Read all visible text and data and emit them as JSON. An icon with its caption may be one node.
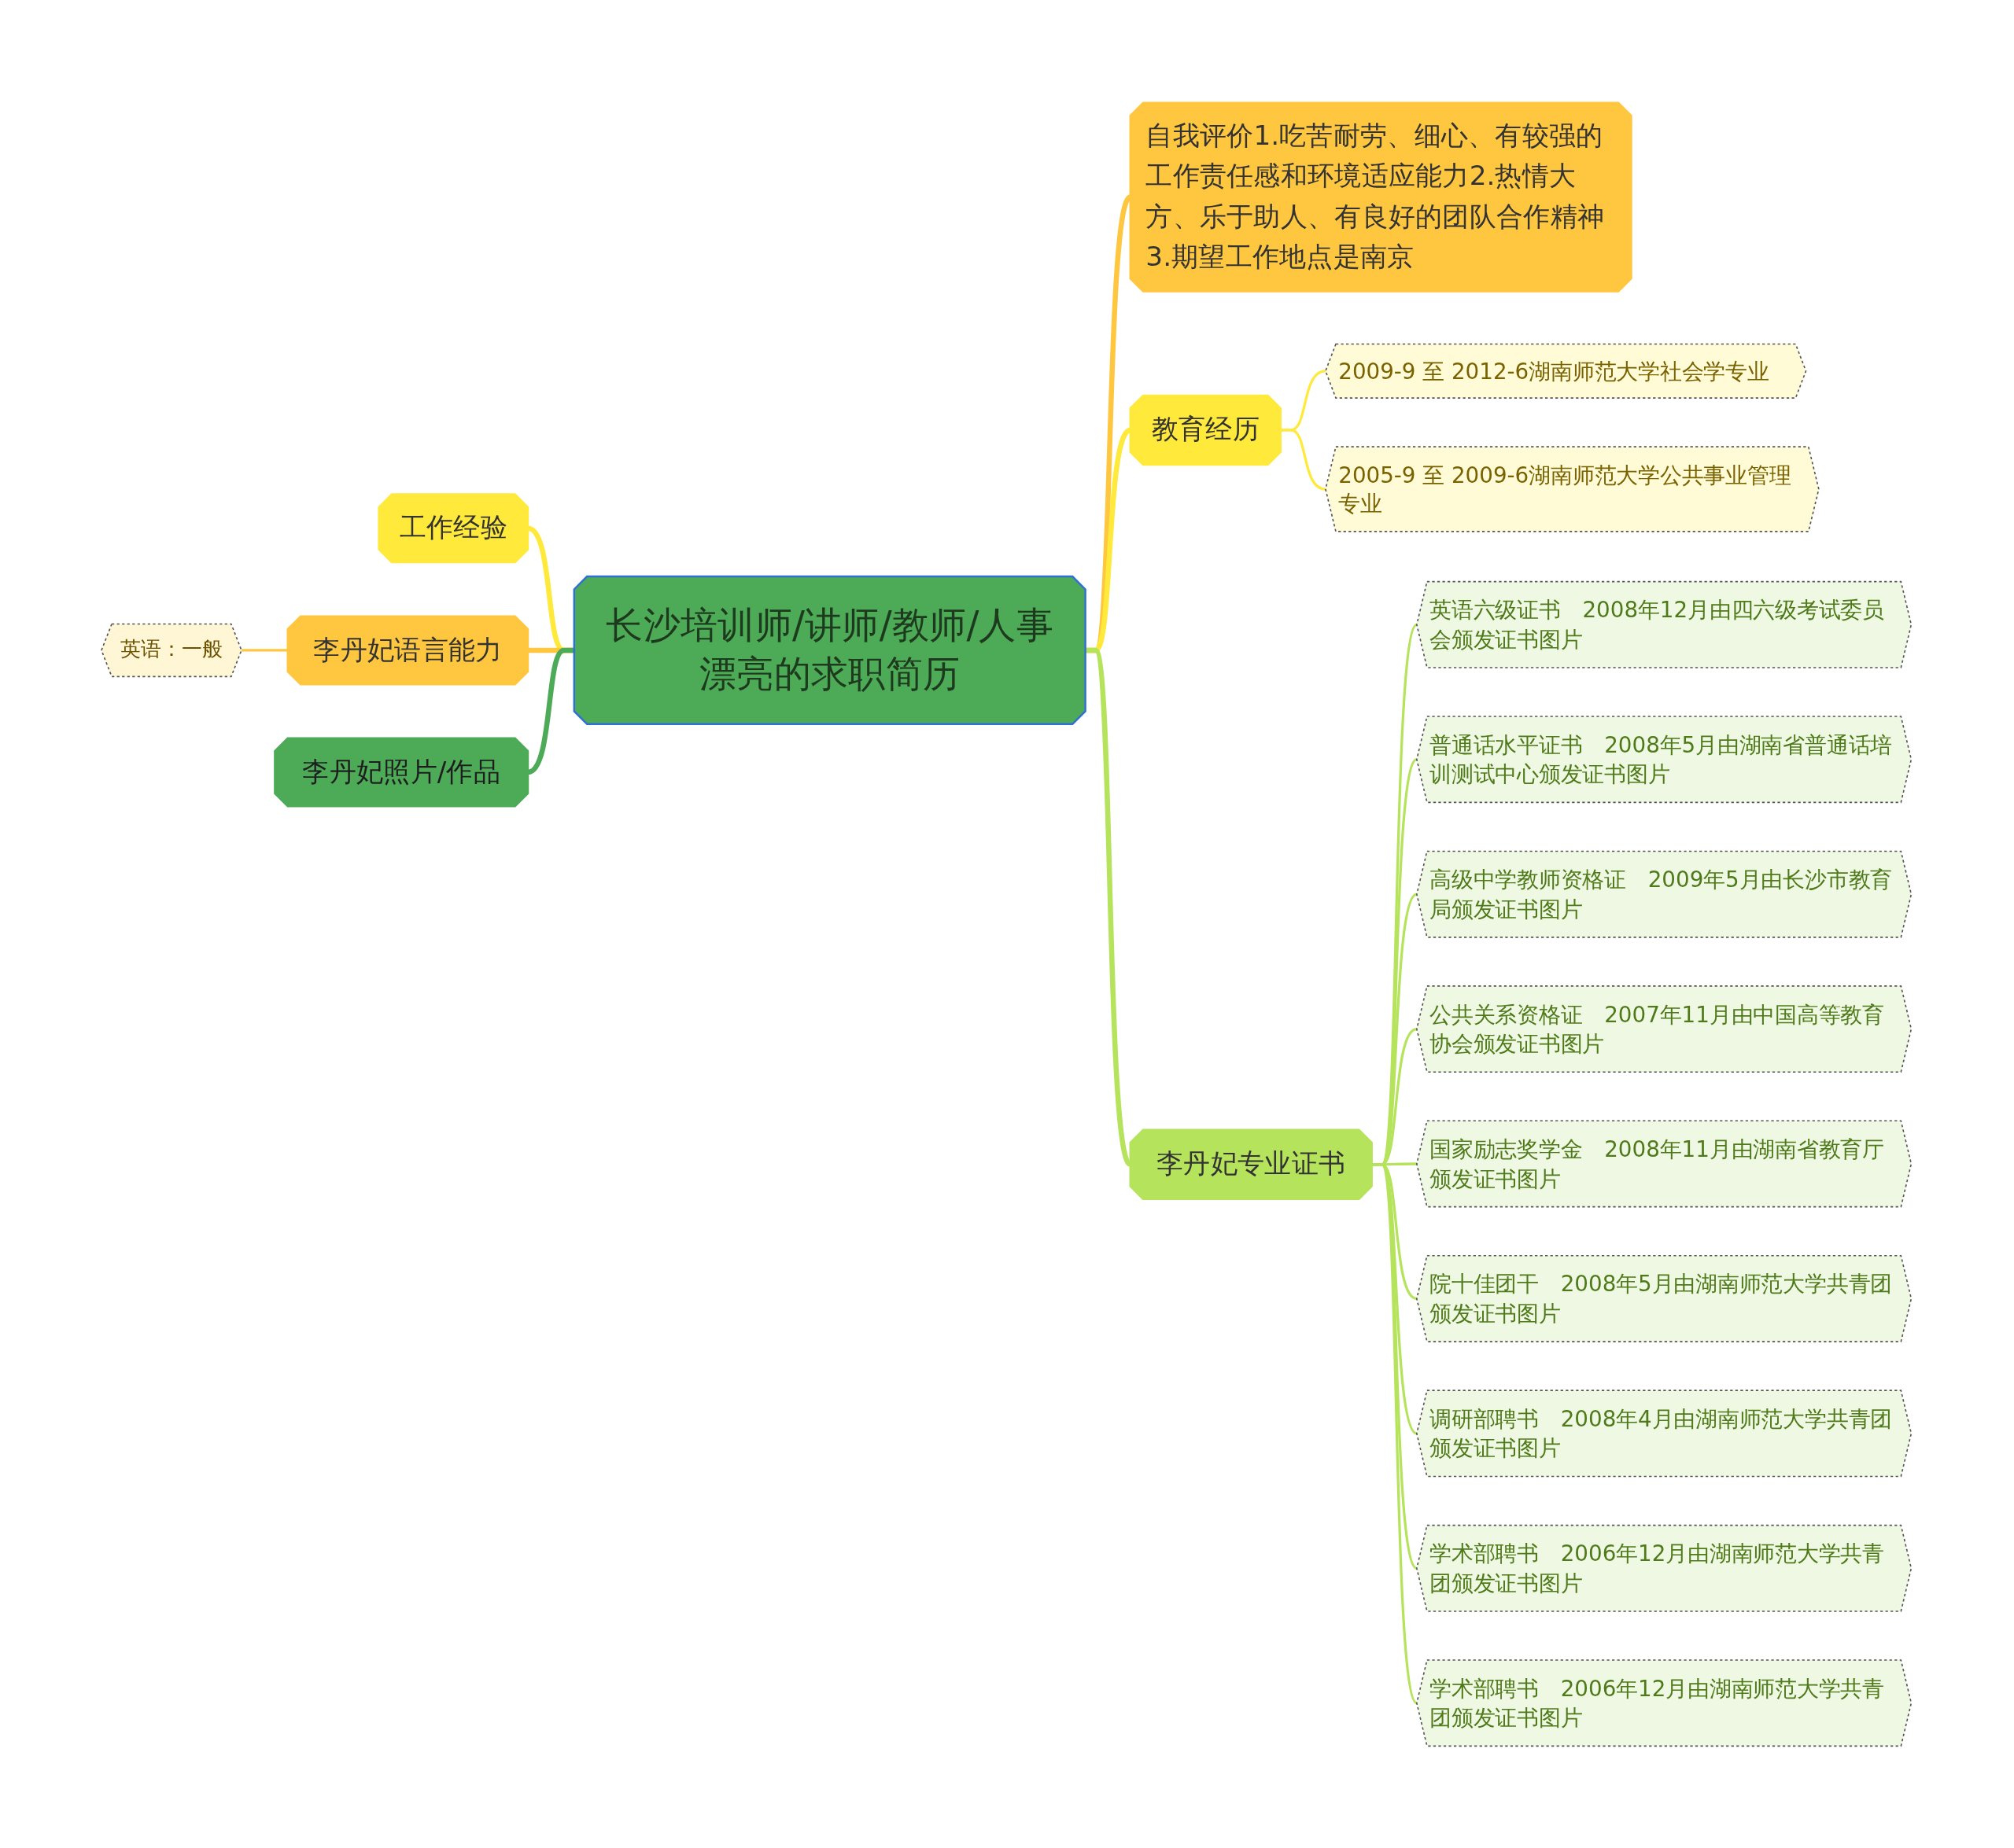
{
  "diagram": {
    "nodes": [
      {
        "text": [
          "长沙培训师/讲师/教师/人事漂亮的求职简历"
        ]
      },
      {
        "text": [
          "工作经验"
        ]
      },
      {
        "text": [
          "李丹妃语言能力"
        ]
      },
      {
        "text": [
          "英语：一般"
        ]
      },
      {
        "text": [
          "李丹妃照片/作品"
        ]
      },
      {
        "text": [
          "自我评价1.吃苦耐劳、细心、有较强的工作责任感和环境适应能力2.热情大方、乐于助人、有良好的团队合作精神3.期望工作地点是南京"
        ]
      },
      {
        "text": [
          "教育经历"
        ]
      },
      {
        "text": [
          "2009-9 至 2012-6湖南师范大学社会学专业"
        ]
      },
      {
        "text": [
          "2005-9 至 2009-6湖南师范大学公共事业管理专业"
        ]
      },
      {
        "text": [
          "李丹妃专业证书"
        ]
      },
      {
        "text": [
          "英语六级证书　2008年12月由四六级考试委员会颁发证书图片"
        ]
      },
      {
        "text": [
          "普通话水平证书　2008年5月由湖南省普通话培训测试中心颁发证书图片"
        ]
      },
      {
        "text": [
          "高级中学教师资格证　2009年5月由长沙市教育局颁发证书图片"
        ]
      },
      {
        "text": [
          "公共关系资格证　2007年11月由中国高等教育协会颁发证书图片"
        ]
      },
      {
        "text": [
          "国家励志奖学金　2008年11月由湖南省教育厅颁发证书图片"
        ]
      },
      {
        "text": [
          "院十佳团干　2008年5月由湖南师范大学共青团颁发证书图片"
        ]
      },
      {
        "text": [
          "调研部聘书　2008年4月由湖南师范大学共青团颁发证书图片"
        ]
      },
      {
        "text": [
          "学术部聘书　2006年12月由湖南师范大学共青团颁发证书图片"
        ]
      },
      {
        "text": [
          "学术部聘书　2006年12月由湖南师范大学共青团颁发证书图片"
        ]
      }
    ],
    "edges": [
      {
        "from": 0,
        "to": 1,
        "arrow": "none",
        "color": "#ffe93b"
      },
      {
        "from": 0,
        "to": 2,
        "arrow": "none",
        "color": "#ffc63f"
      },
      {
        "from": 2,
        "to": 3,
        "arrow": "none",
        "color": "#ffc63f"
      },
      {
        "from": 0,
        "to": 4,
        "arrow": "none",
        "color": "#4daa57"
      },
      {
        "from": 0,
        "to": 5,
        "arrow": "none",
        "color": "#ffc63f"
      },
      {
        "from": 0,
        "to": 6,
        "arrow": "none",
        "color": "#ffe93b"
      },
      {
        "from": 6,
        "to": 7,
        "arrow": "none",
        "color": "#ffe93b"
      },
      {
        "from": 6,
        "to": 8,
        "arrow": "none",
        "color": "#ffe93b"
      },
      {
        "from": 0,
        "to": 9,
        "arrow": "none"
      },
      {
        "from": 9,
        "to": 10,
        "arrow": "none"
      },
      {
        "from": 9,
        "to": 11,
        "arrow": "none"
      },
      {
        "from": 9,
        "to": 12,
        "arrow": "none"
      },
      {
        "from": 9,
        "to": 13,
        "arrow": "none"
      },
      {
        "from": 9,
        "to": 14,
        "arrow": "none"
      },
      {
        "from": 9,
        "to": 15,
        "arrow": "none"
      },
      {
        "from": 9,
        "to": 16,
        "arrow": "none"
      },
      {
        "from": 9,
        "to": 17,
        "arrow": "none"
      },
      {
        "from": 9,
        "to": 18,
        "arrow": "none"
      }
    ]
  }
}
